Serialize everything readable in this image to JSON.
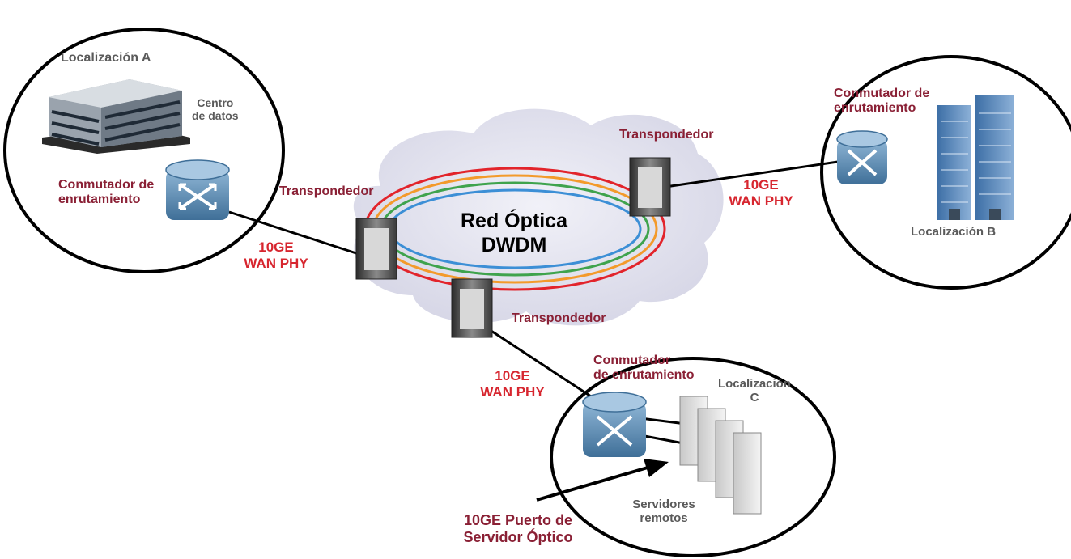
{
  "network": {
    "title_line1": "Red Óptica",
    "title_line2": "DWDM"
  },
  "location_a": {
    "name": "Localización A",
    "datacenter_line1": "Centro",
    "datacenter_line2": "de datos",
    "router_line1": "Conmutador de",
    "router_line2": "enrutamiento"
  },
  "location_b": {
    "name": "Localización B",
    "router_line1": "Conmutador de",
    "router_line2": "enrutamiento"
  },
  "location_c": {
    "name_line1": "Localización",
    "name_line2": "C",
    "router_line1": "Conmutador",
    "router_line2": "de enrutamiento",
    "servers_line1": "Servidores",
    "servers_line2": "remotos"
  },
  "transponders": {
    "left": "Transpondedor",
    "right": "Transpondedor",
    "bottom": "Transpondedor"
  },
  "links": {
    "a_line1": "10GE",
    "a_line2": "WAN PHY",
    "b_line1": "10GE",
    "b_line2": "WAN PHY",
    "c_line1": "10GE",
    "c_line2": "WAN PHY"
  },
  "port_callout": {
    "line1": "10GE Puerto de",
    "line2": "Servidor Óptico"
  },
  "colors": {
    "ring_red": "#e2242b",
    "ring_orange": "#f39a2b",
    "ring_green": "#3fa34d",
    "ring_blue": "#3c8fd6",
    "label_maroon": "#8a2035",
    "label_red": "#d7262f",
    "router_blue": "#4a7ea8"
  }
}
